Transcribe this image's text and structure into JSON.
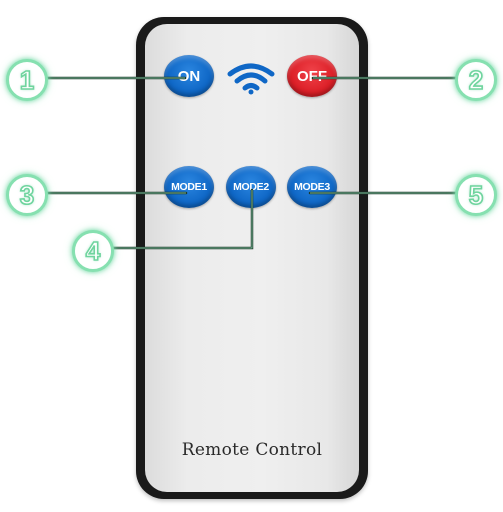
{
  "remote": {
    "label": "Remote Control",
    "buttons": {
      "on": "ON",
      "off": "OFF",
      "mode1": "MODE1",
      "mode2": "MODE2",
      "mode3": "MODE3"
    },
    "signal_icon": "wifi-signal-icon"
  },
  "callouts": [
    "1",
    "2",
    "3",
    "4",
    "5"
  ],
  "colors": {
    "button_blue": "#0f67c6",
    "button_red": "#dc1f27",
    "callout_green": "#86e0b0",
    "remote_frame": "#1a1a1a"
  }
}
